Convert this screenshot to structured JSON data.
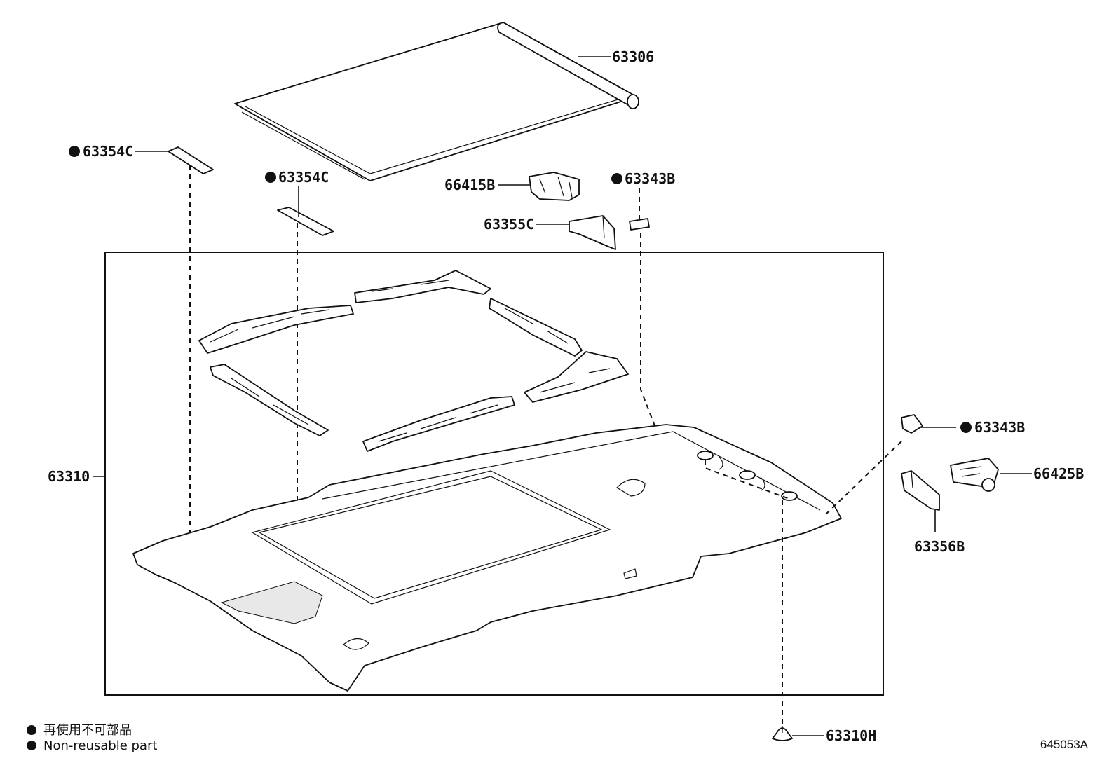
{
  "labels": {
    "p63306": "63306",
    "p63354c_a": "63354C",
    "p63354c_b": "63354C",
    "p66415b": "66415B",
    "p63343b_a": "63343B",
    "p63355c": "63355C",
    "p63310": "63310",
    "p63343b_b": "63343B",
    "p66425b": "66425B",
    "p63356b": "63356B",
    "p63310h": "63310H"
  },
  "legend": {
    "line1": "再使用不可部品",
    "line2": "Non-reusable part"
  },
  "reference": "645053A"
}
